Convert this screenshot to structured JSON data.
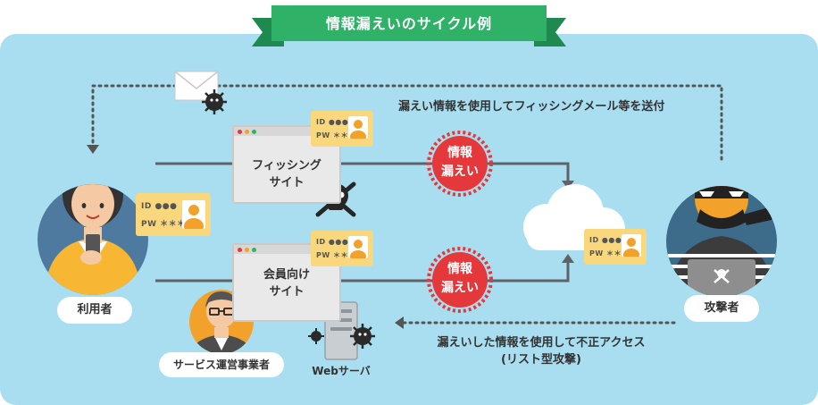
{
  "title": "情報漏えいのサイクル例",
  "top_caption": "漏えい情報を使用してフィッシングメール等を送付",
  "bottom_caption_line1": "漏えいした情報を使用して不正アクセス",
  "bottom_caption_line2": "(リスト型攻撃)",
  "phishing_site": {
    "line1": "フィッシング",
    "line2": "サイト"
  },
  "member_site": {
    "line1": "会員向け",
    "line2": "サイト"
  },
  "leak_badge": {
    "line1": "情報",
    "line2": "漏えい"
  },
  "user_label": "利用者",
  "attacker_label": "攻撃者",
  "operator_label": "サービス運営事業者",
  "server_label": "Webサーバ",
  "card": {
    "id_text": "ID ●●●",
    "pw_text": "PW ＊＊＊"
  },
  "colors": {
    "panel": "#a9def0",
    "banner": "#2fb267",
    "badge": "#e5383b",
    "card": "#f8d77d",
    "line": "#5f6368"
  },
  "icons": [
    "envelope-icon",
    "virus-icon",
    "skull-crossbones-icon",
    "cloud-icon",
    "server-icon"
  ]
}
